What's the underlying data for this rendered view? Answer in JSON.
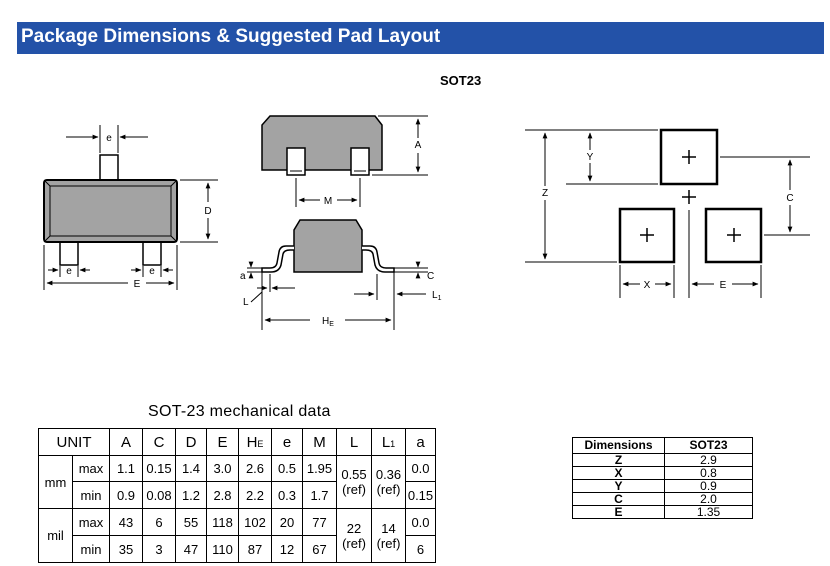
{
  "header": {
    "title": "Package Dimensions & Suggested Pad Layout"
  },
  "package_label": "SOT23",
  "drawing_labels": {
    "e": "e",
    "D": "D",
    "E": "E",
    "A": "A",
    "M": "M",
    "a": "a",
    "C": "C",
    "L": "L",
    "L1_main": "L",
    "L1_sub": "1",
    "HE_main": "H",
    "HE_sub": "E"
  },
  "pad_labels": {
    "Y": "Y",
    "Z": "Z",
    "C": "C",
    "X": "X",
    "E": "E"
  },
  "mech_table": {
    "title": "SOT-23  mechanical data",
    "unit_label": "UNIT",
    "columns": [
      "A",
      "C",
      "D",
      "E",
      "HE",
      "e",
      "M",
      "L",
      "L1",
      "a"
    ],
    "col_HE_main": "H",
    "col_HE_sub": "E",
    "col_L1_main": "L",
    "col_L1_sub": "1",
    "mm": {
      "label": "mm",
      "max": {
        "label": "max",
        "A": "1.1",
        "C": "0.15",
        "D": "1.4",
        "E": "3.0",
        "HE": "2.6",
        "e": "0.5",
        "M": "1.95",
        "a": "0.0"
      },
      "min": {
        "label": "min",
        "A": "0.9",
        "C": "0.08",
        "D": "1.2",
        "E": "2.8",
        "HE": "2.2",
        "e": "0.3",
        "M": "1.7",
        "a": "0.15"
      },
      "L": {
        "value": "0.55",
        "ref": "(ref)"
      },
      "L1": {
        "value": "0.36",
        "ref": "(ref)"
      }
    },
    "mil": {
      "label": "mil",
      "max": {
        "label": "max",
        "A": "43",
        "C": "6",
        "D": "55",
        "E": "118",
        "HE": "102",
        "e": "20",
        "M": "77",
        "a": "0.0"
      },
      "min": {
        "label": "min",
        "A": "35",
        "C": "3",
        "D": "47",
        "E": "110",
        "HE": "87",
        "e": "12",
        "M": "67",
        "a": "6"
      },
      "L": {
        "value": "22",
        "ref": "(ref)"
      },
      "L1": {
        "value": "14",
        "ref": "(ref)"
      }
    }
  },
  "dims_table": {
    "header_dim": "Dimensions",
    "header_pkg": "SOT23",
    "rows": [
      {
        "dim": "Z",
        "val": "2.9"
      },
      {
        "dim": "X",
        "val": "0.8"
      },
      {
        "dim": "Y",
        "val": "0.9"
      },
      {
        "dim": "C",
        "val": "2.0"
      },
      {
        "dim": "E",
        "val": "1.35"
      }
    ]
  }
}
